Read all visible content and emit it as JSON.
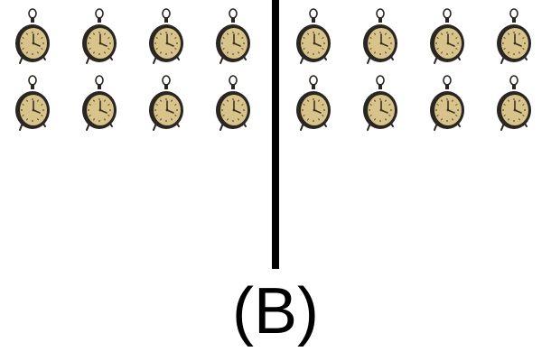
{
  "caption": "(B)",
  "icon": "vintage-alarm-clock-icon",
  "colors": {
    "background": "#ffffff",
    "divider": "#000000",
    "clock_body": "#2a2622",
    "clock_face": "#d8c48a",
    "clock_hands": "#3a2f22"
  },
  "groups": [
    {
      "side": "left",
      "rows": 2,
      "columns": 4,
      "count": 8
    },
    {
      "side": "right",
      "rows": 2,
      "columns": 4,
      "count": 8
    }
  ]
}
